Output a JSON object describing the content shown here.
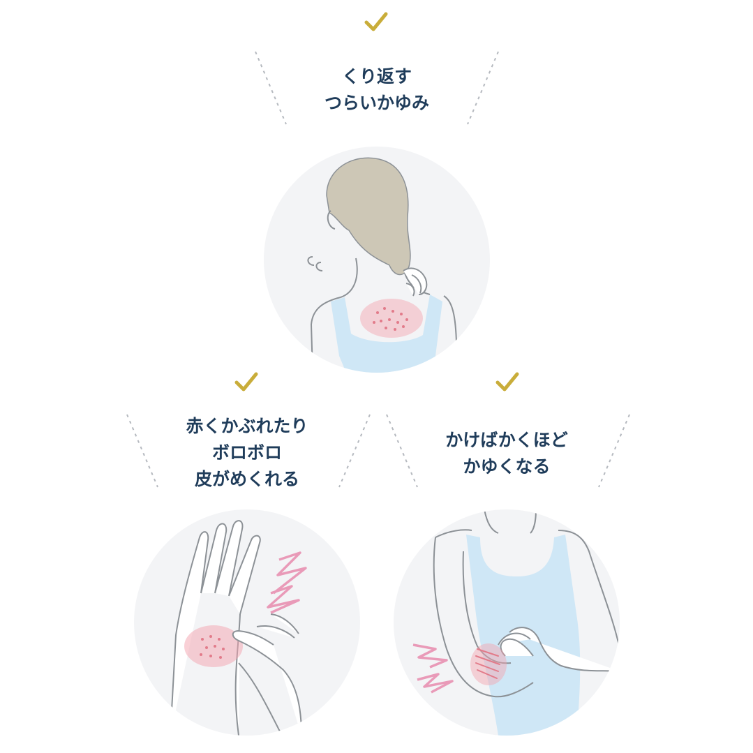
{
  "colors": {
    "check": "#c9ad3a",
    "title_text": "#1f3c5a",
    "circle_bg": "#f3f4f6",
    "dash": "#b5b9bf",
    "rash": "#f3a2ad",
    "tank_top": "#cfe7f6",
    "hair": "#cdc7b6",
    "zap": "#e99ab8"
  },
  "panels": [
    {
      "title_lines": [
        "くり返す",
        "つらいかゆみ"
      ],
      "check_icon": "check-icon",
      "illustration": "woman-scratching-neck-back"
    },
    {
      "title_lines": [
        "赤くかぶれたり",
        "ボロボロ",
        "皮がめくれる"
      ],
      "check_icon": "check-icon",
      "illustration": "hand-with-rash"
    },
    {
      "title_lines": [
        "かけばかくほど",
        "かゆくなる"
      ],
      "check_icon": "check-icon",
      "illustration": "woman-scratching-arm"
    }
  ]
}
